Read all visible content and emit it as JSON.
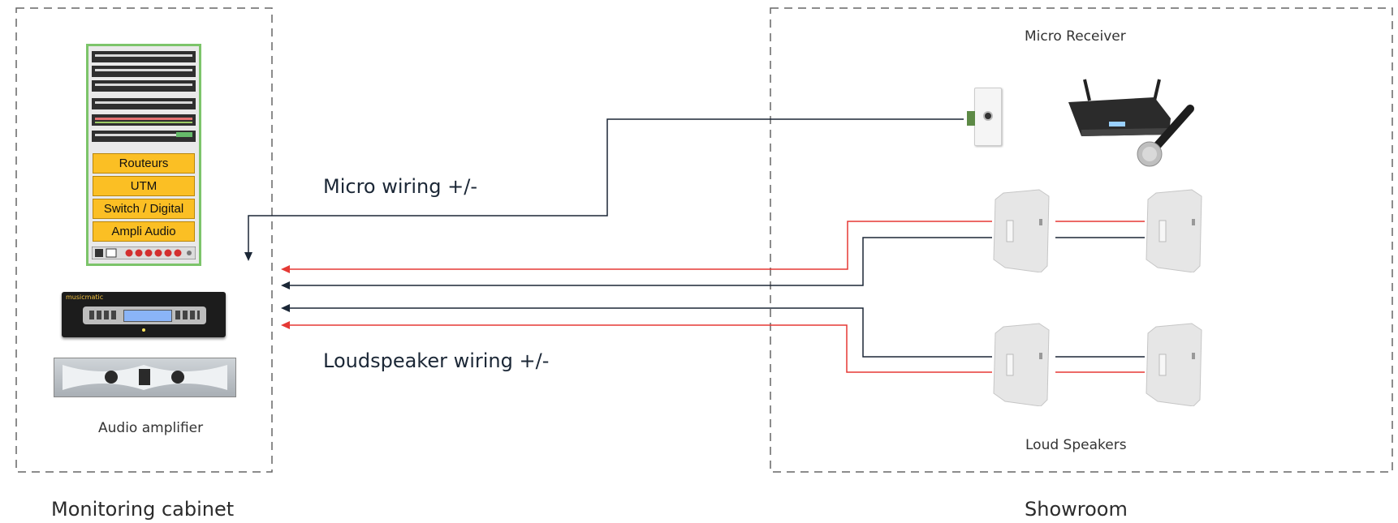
{
  "zones": {
    "monitoring_cabinet": "Monitoring cabinet",
    "showroom": "Showroom"
  },
  "rack": {
    "slots": [
      "Routeurs",
      "UTM",
      "Switch / Digital",
      "Ampli Audio"
    ]
  },
  "devices": {
    "player_brand": "musicmatic",
    "audio_amplifier": "Audio amplifier",
    "micro_receiver": "Micro Receiver",
    "loud_speakers": "Loud Speakers"
  },
  "wiring": {
    "micro": "Micro wiring +/-",
    "loudspeaker": "Loudspeaker wiring +/-"
  },
  "colors": {
    "positive_wire": "#e53935",
    "negative_wire": "#1b2736",
    "zone_border": "#666666",
    "rack_slot": "#fbbf24"
  }
}
